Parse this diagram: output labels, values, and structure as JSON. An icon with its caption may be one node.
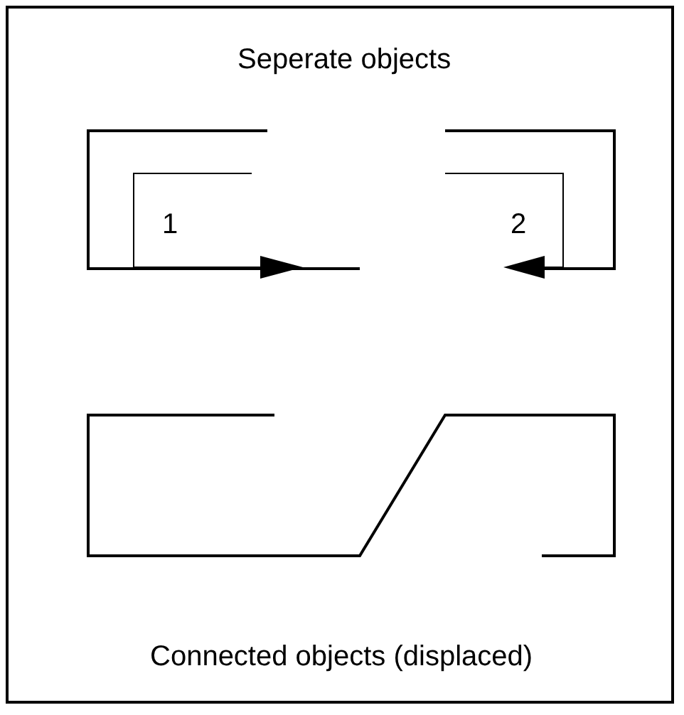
{
  "diagram": {
    "labels": [
      "Seperate objects",
      "1",
      "2",
      "Connected objects (displaced)"
    ]
  }
}
